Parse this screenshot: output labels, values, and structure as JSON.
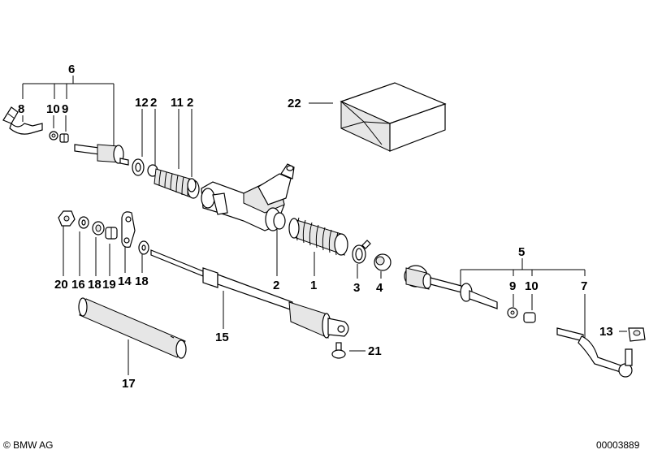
{
  "labels": {
    "l6": "6",
    "l8": "8",
    "l10a": "10",
    "l9a": "9",
    "l12": "12",
    "l2a": "2",
    "l11": "11",
    "l2b": "2",
    "l22": "22",
    "l20": "20",
    "l16": "16",
    "l18a": "18",
    "l19": "19",
    "l14": "14",
    "l18b": "18",
    "l2c": "2",
    "l1": "1",
    "l3": "3",
    "l4": "4",
    "l5": "5",
    "l9b": "9",
    "l10b": "10",
    "l7": "7",
    "l13": "13",
    "l15": "15",
    "l21": "21",
    "l17": "17"
  },
  "footer": {
    "copyright": "© BMW AG",
    "drawing_number": "00003889"
  }
}
